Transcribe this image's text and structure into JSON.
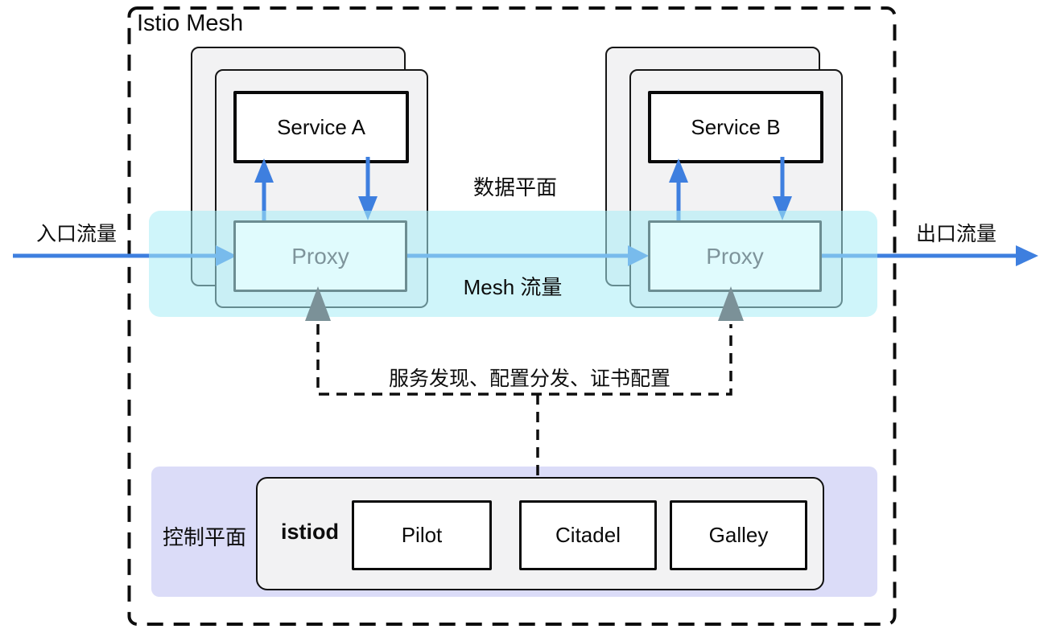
{
  "mesh": {
    "title": "Istio Mesh"
  },
  "traffic": {
    "ingress_label": "入口流量",
    "egress_label": "出口流量"
  },
  "data_plane": {
    "label": "数据平面",
    "mesh_traffic_label": "Mesh 流量"
  },
  "pods": [
    {
      "service": "Service A",
      "proxy": "Proxy"
    },
    {
      "service": "Service B",
      "proxy": "Proxy"
    }
  ],
  "control_link": {
    "label": "服务发现、配置分发、证书配置"
  },
  "control_plane": {
    "label": "控制平面",
    "container": "istiod",
    "components": [
      "Pilot",
      "Citadel",
      "Galley"
    ]
  },
  "colors": {
    "traffic_arrow_blue": "#3e7fdf",
    "mesh_traffic_light_blue": "#79bcec",
    "control_arrow_slate": "#7b9198",
    "proxy_border": "#6c8d92",
    "proxy_fill": "#e0fbfd",
    "proxy_text": "#7e949b",
    "pod_fill": "#f2f2f3",
    "data_plane_band": "#a7ecf6",
    "control_plane_band": "#dbdcf8",
    "outline_black": "#0d0d0d"
  }
}
